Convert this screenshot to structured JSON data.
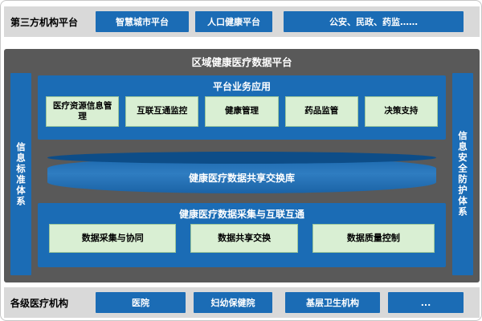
{
  "colors": {
    "accent_blue": "#1b6cb5",
    "dark_panel": "#595959",
    "gray_bar": "#d9d9d9",
    "green_box": "#d9efd3",
    "cylinder_top": "#0d4d88"
  },
  "top_row": {
    "label": "第三方机构平台",
    "items": [
      {
        "label": "智慧城市平台"
      },
      {
        "label": "人口健康平台"
      },
      {
        "label": "公安、民政、药监……"
      }
    ]
  },
  "platform": {
    "title": "区域健康医疗数据平台",
    "left_bar": "信息标准体系",
    "right_bar": "信息安全防护体系",
    "business": {
      "title": "平台业务应用",
      "items": [
        {
          "label": "医疗资源信息管理"
        },
        {
          "label": "互联互通监控"
        },
        {
          "label": "健康管理"
        },
        {
          "label": "药品监管"
        },
        {
          "label": "决策支持"
        }
      ]
    },
    "database": {
      "label": "健康医疗数据共享交换库"
    },
    "collection": {
      "title": "健康医疗数据采集与互联互通",
      "items": [
        {
          "label": "数据采集与协同"
        },
        {
          "label": "数据共享交换"
        },
        {
          "label": "数据质量控制"
        }
      ]
    }
  },
  "bottom_row": {
    "label": "各级医疗机构",
    "items": [
      {
        "label": "医院"
      },
      {
        "label": "妇幼保健院"
      },
      {
        "label": "基层卫生机构"
      },
      {
        "label": "..."
      }
    ]
  }
}
